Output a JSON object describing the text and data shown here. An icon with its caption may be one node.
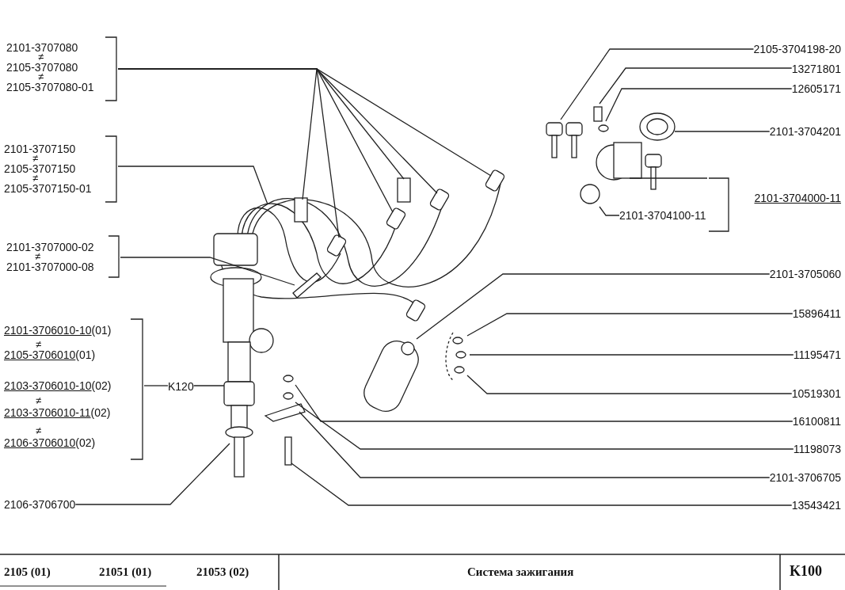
{
  "diagram": {
    "title": "Система зажигания",
    "nodes": [
      {
        "text": [
          "2101-3707080",
          "≠",
          "2105-3707080",
          "≠",
          "2105-3707080-01"
        ]
      },
      {
        "text": [
          "2101-3707150",
          "≠",
          "2105-3707150",
          "≠",
          "2105-3707150-01"
        ]
      },
      {
        "text": [
          "2101-3707000-02",
          "≠",
          "2101-3707000-08"
        ]
      },
      {
        "text": [
          "2101-3706010-10(01)",
          "≠",
          "2105-3706010(01)",
          "2103-3706010-10(02)",
          "≠",
          "2103-3706010-11(02)",
          "≠",
          "2106-3706010(02)"
        ]
      },
      {
        "text": [
          "K120"
        ]
      },
      {
        "text": [
          "2106-3706700"
        ]
      },
      {
        "text": [
          "2105-3704198-20"
        ]
      },
      {
        "text": [
          "13271801"
        ]
      },
      {
        "text": [
          "12605171"
        ]
      },
      {
        "text": [
          "2101-3704201"
        ]
      },
      {
        "text": [
          "2101-3704000-11"
        ]
      },
      {
        "text": [
          "2101-3704100-11"
        ]
      },
      {
        "text": [
          "2101-3705060"
        ]
      },
      {
        "text": [
          "15896411"
        ]
      },
      {
        "text": [
          "11195471"
        ]
      },
      {
        "text": [
          "10519301"
        ]
      },
      {
        "text": [
          "16100811"
        ]
      },
      {
        "text": [
          "11198073"
        ]
      },
      {
        "text": [
          "2101-3706705"
        ]
      },
      {
        "text": [
          "13543421"
        ]
      }
    ],
    "edges": [
      {
        "from": 0,
        "to": null,
        "arrow": "none"
      },
      {
        "from": 0,
        "to": null,
        "arrow": "none"
      },
      {
        "from": 0,
        "to": null,
        "arrow": "none"
      },
      {
        "from": 0,
        "to": null,
        "arrow": "none"
      },
      {
        "from": 0,
        "to": null,
        "arrow": "none"
      },
      {
        "from": 0,
        "to": null,
        "arrow": "none"
      },
      {
        "from": 1,
        "to": null,
        "arrow": "none"
      },
      {
        "from": 2,
        "to": null,
        "arrow": "none"
      },
      {
        "from": 3,
        "to": 4,
        "arrow": "none"
      },
      {
        "from": 4,
        "to": null,
        "arrow": "none"
      },
      {
        "from": 5,
        "to": null,
        "arrow": "none"
      },
      {
        "from": 6,
        "to": null,
        "arrow": "none"
      },
      {
        "from": 7,
        "to": null,
        "arrow": "none"
      },
      {
        "from": 8,
        "to": null,
        "arrow": "none"
      },
      {
        "from": 9,
        "to": null,
        "arrow": "none"
      },
      {
        "from": 10,
        "to": null,
        "arrow": "none"
      },
      {
        "from": 11,
        "to": null,
        "arrow": "none"
      },
      {
        "from": 12,
        "to": null,
        "arrow": "none"
      },
      {
        "from": 13,
        "to": null,
        "arrow": "none"
      },
      {
        "from": 14,
        "to": null,
        "arrow": "none"
      },
      {
        "from": 15,
        "to": null,
        "arrow": "none"
      },
      {
        "from": 16,
        "to": null,
        "arrow": "none"
      },
      {
        "from": 17,
        "to": null,
        "arrow": "none"
      },
      {
        "from": 18,
        "to": null,
        "arrow": "none"
      },
      {
        "from": 19,
        "to": null,
        "arrow": "none"
      }
    ],
    "labels": [
      "2105 (01)",
      "21051 (01)",
      "21053 (02)",
      "K100"
    ]
  }
}
